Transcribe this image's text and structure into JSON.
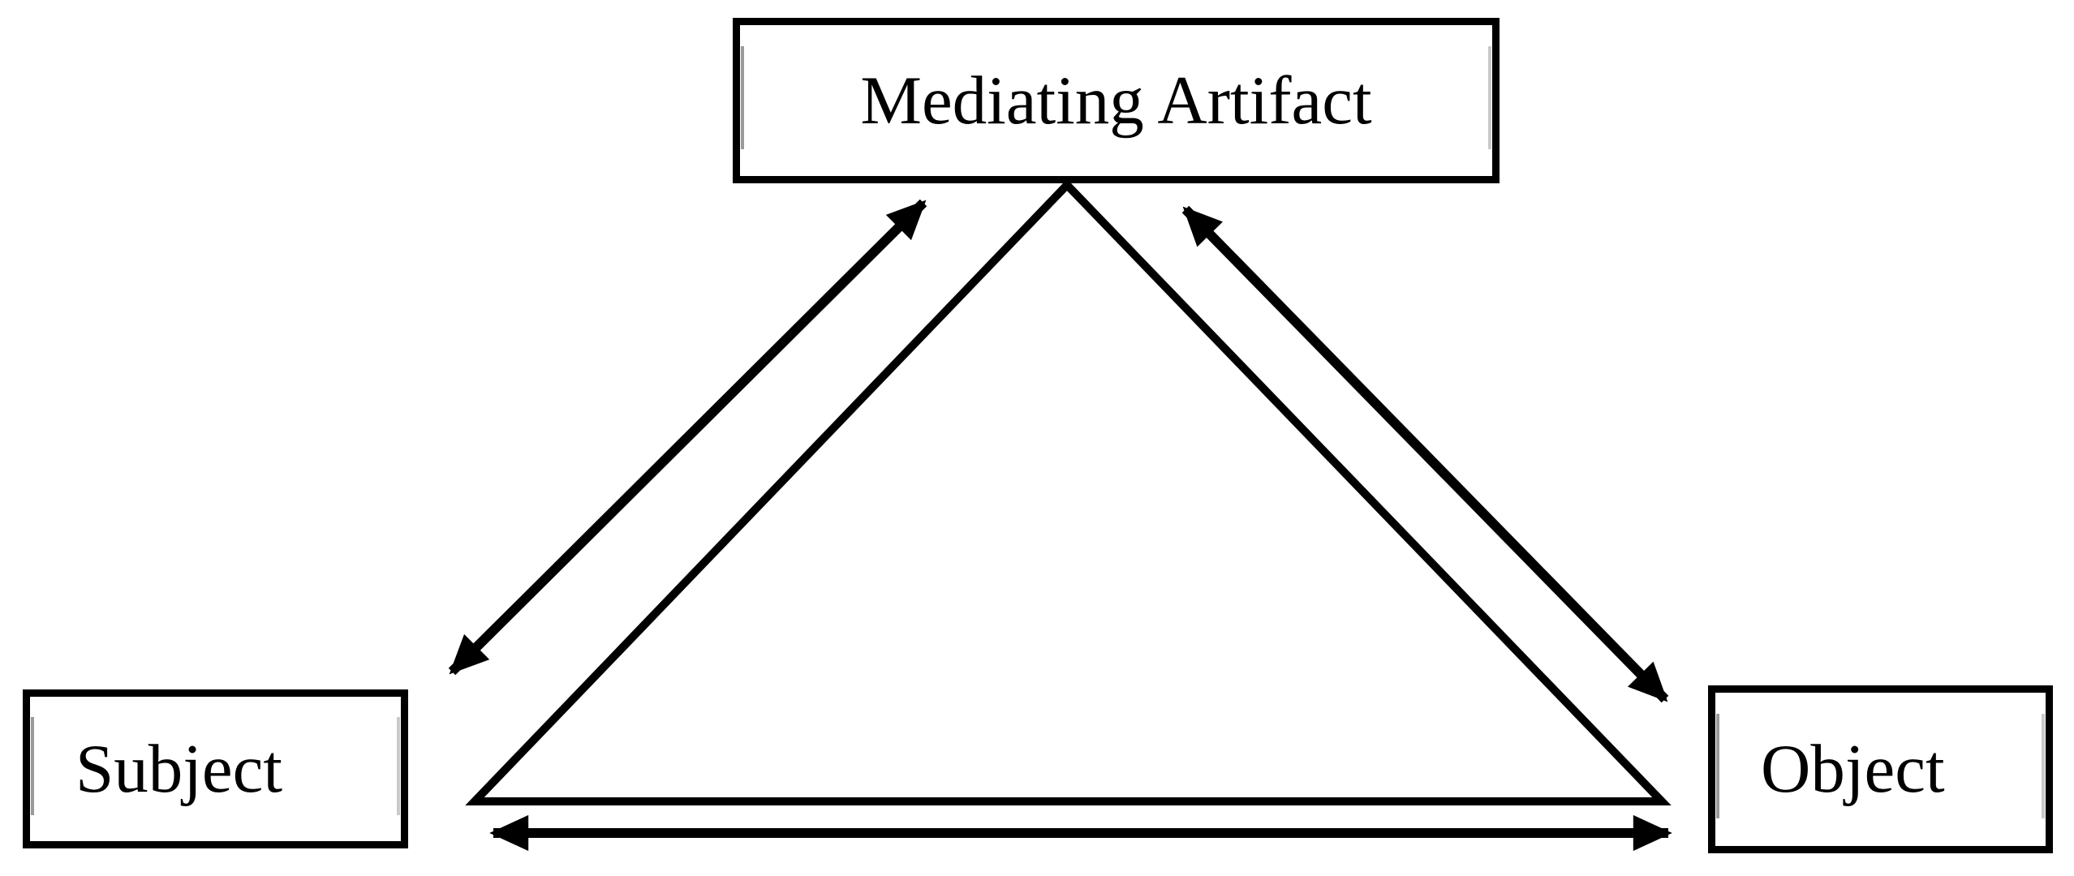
{
  "diagram": {
    "background_color": "#ffffff",
    "line_color": "#000000",
    "box_fill_color": "#ffffff",
    "nodes": [
      {
        "id": "mediating-artifact",
        "label": "Mediating Artifact",
        "position": "top-center"
      },
      {
        "id": "subject",
        "label": "Subject",
        "position": "bottom-left"
      },
      {
        "id": "object",
        "label": "Object",
        "position": "bottom-right"
      }
    ],
    "edges": [
      {
        "from": "subject",
        "to": "mediating-artifact",
        "style": "double-headed-arrow"
      },
      {
        "from": "mediating-artifact",
        "to": "object",
        "style": "double-headed-arrow"
      },
      {
        "from": "subject",
        "to": "object",
        "style": "double-headed-arrow"
      }
    ],
    "shapes": [
      {
        "id": "triangle",
        "description": "unfilled triangle connecting the three nodes"
      }
    ]
  }
}
